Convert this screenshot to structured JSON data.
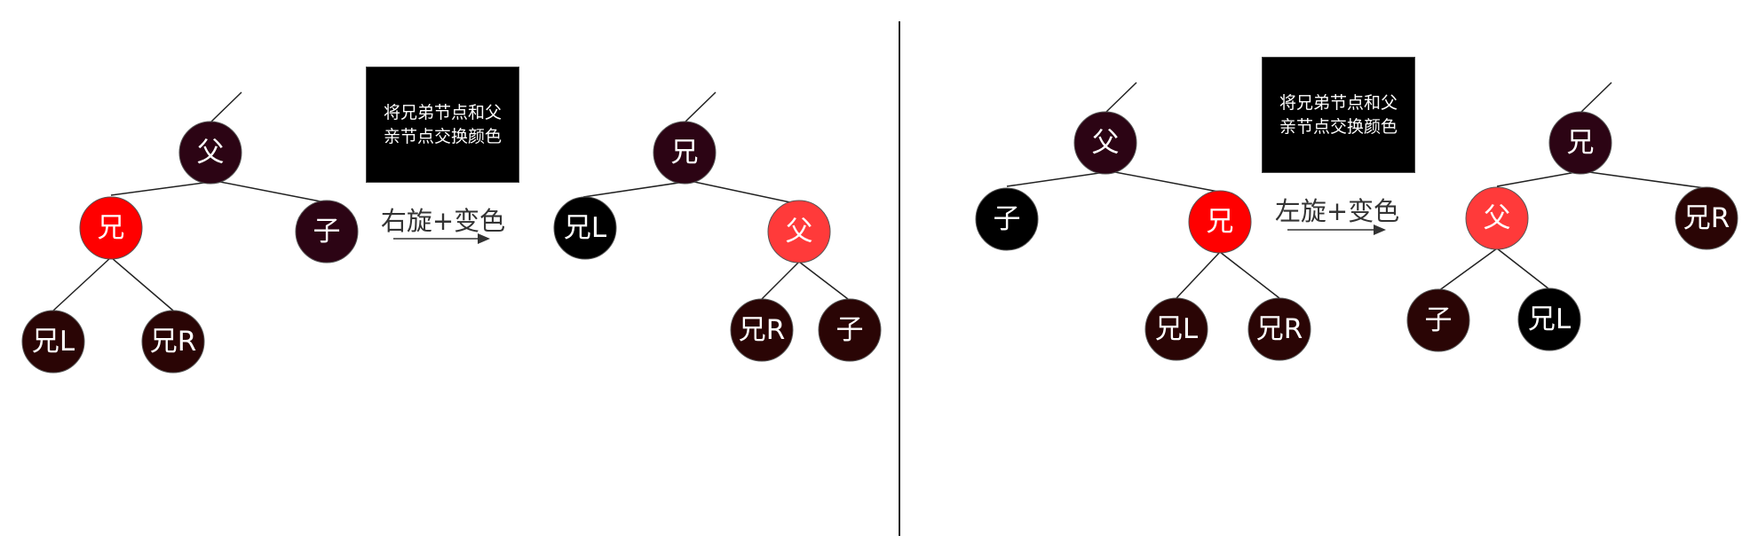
{
  "colors": {
    "black_node": "#000000",
    "dark_node": "#2c0414",
    "brown_node": "#2a0505",
    "red_node": "#ff0000",
    "light_red_node": "#ff3a3a",
    "edge": "#222222"
  },
  "left_panel": {
    "before": {
      "parent": "父",
      "sibling": "兄",
      "child": "子",
      "sibling_left": "兄L",
      "sibling_right": "兄R"
    },
    "note": "将兄弟节点和父亲节点交换颜色",
    "operation": "右旋+变色",
    "after": {
      "sibling": "兄",
      "sibling_left": "兄L",
      "parent": "父",
      "sibling_right": "兄R",
      "child": "子"
    }
  },
  "right_panel": {
    "before": {
      "parent": "父",
      "child": "子",
      "sibling": "兄",
      "sibling_left": "兄L",
      "sibling_right": "兄R"
    },
    "note": "将兄弟节点和父亲节点交换颜色",
    "operation": "左旋+变色",
    "after": {
      "sibling": "兄",
      "parent": "父",
      "sibling_right": "兄R",
      "child": "子",
      "sibling_left": "兄L"
    }
  }
}
